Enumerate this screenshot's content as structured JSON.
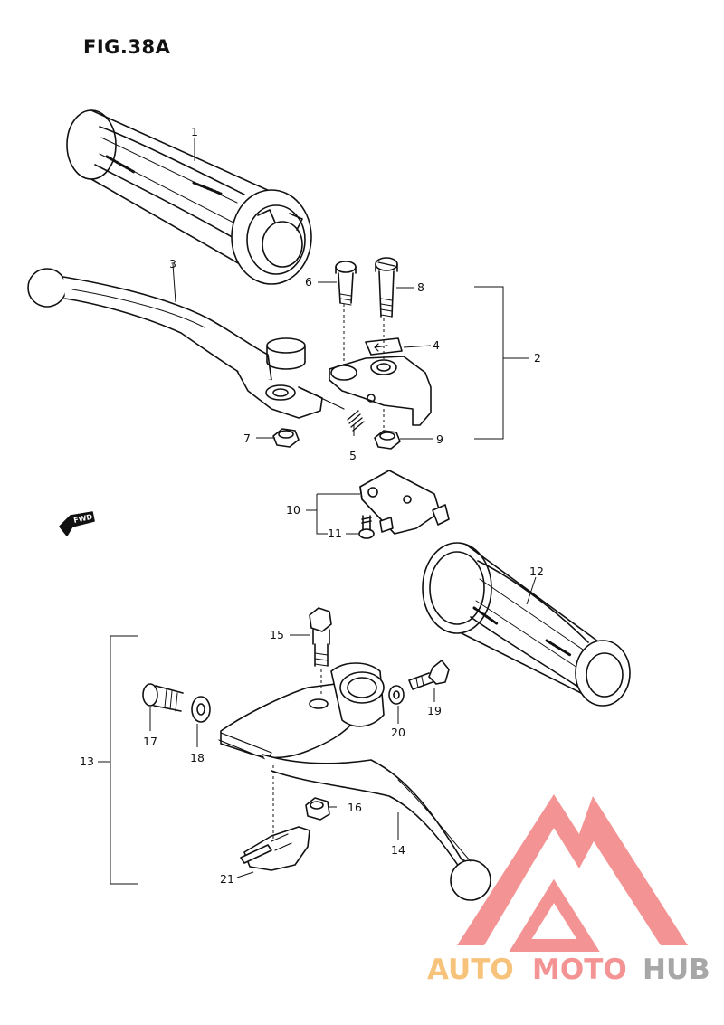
{
  "figure_title": "FIG.38A",
  "fwd_label": "FWD",
  "watermark": {
    "part1": "AUTO",
    "part2": "MOTO",
    "part3": "HUB",
    "color_light": "#f5b04f",
    "color_red": "#f07070",
    "color_gray": "#8a8a8a"
  },
  "callouts": {
    "c1": "1",
    "c2": "2",
    "c3": "3",
    "c4": "4",
    "c5": "5",
    "c6": "6",
    "c7": "7",
    "c8": "8",
    "c9": "9",
    "c10": "10",
    "c11": "11",
    "c12": "12",
    "c13": "13",
    "c14": "14",
    "c15": "15",
    "c16": "16",
    "c17": "17",
    "c18": "18",
    "c19": "19",
    "c20": "20",
    "c21": "21"
  }
}
